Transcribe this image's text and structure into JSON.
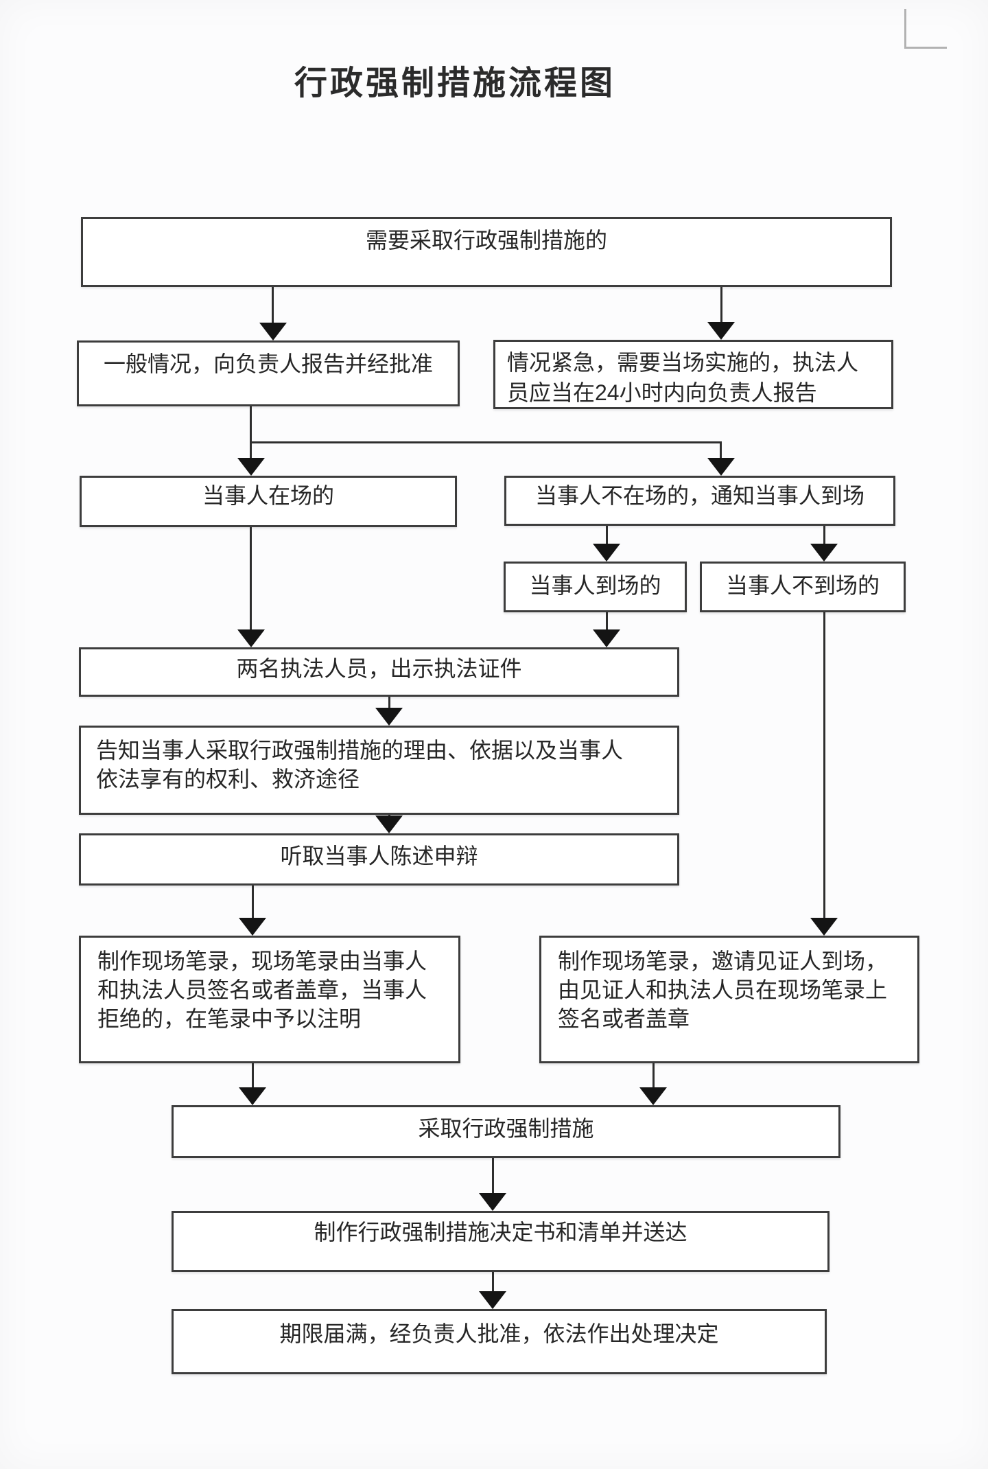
{
  "flowchart": {
    "title": "行政强制措施流程图",
    "nodes": {
      "need_enforcement": "需要采取行政强制措施的",
      "normal_approval": "一般情况，向负责人报告并经批准",
      "urgent_report": "情况紧急，需要当场实施的，执法人\n员应当在24小时内向负责人报告",
      "party_present": "当事人在场的",
      "party_absent_notify": "当事人不在场的，通知当事人到场",
      "party_arrived": "当事人到场的",
      "party_not_arrived": "当事人不到场的",
      "show_credentials": "两名执法人员，出示执法证件",
      "inform_rights": "告知当事人采取行政强制措施的理由、依据以及当事人\n依法享有的权利、救济途径",
      "hear_statement": "听取当事人陈述申辩",
      "record_with_party": "制作现场笔录，现场笔录由当事人\n和执法人员签名或者盖章，当事人\n拒绝的，在笔录中予以注明",
      "record_with_witness": "制作现场笔录，邀请见证人到场，\n由见证人和执法人员在现场笔录上\n签名或者盖章",
      "take_measures": "采取行政强制措施",
      "make_decision": "制作行政强制措施决定书和清单并送达",
      "deadline_decision": "期限届满，经负责人批准，依法作出处理决定"
    },
    "theme": {
      "background": "#fcfcfd",
      "box_background": "#ffffff",
      "border": "#3d3d3d",
      "line": "#2e2e2e",
      "arrow": "#141414",
      "text": "#262626",
      "title_text": "#2b2b2b",
      "corner_mark": "#b2b2b2"
    }
  }
}
